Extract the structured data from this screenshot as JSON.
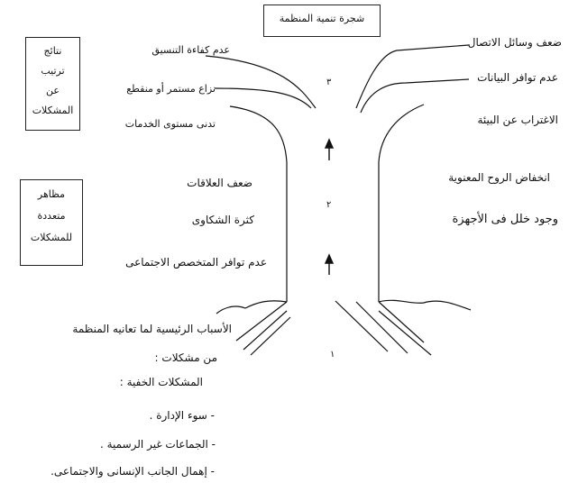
{
  "title": "شجرة تنمية المنظمة",
  "left_boxes": {
    "results": [
      "نتائج",
      "ترتيب",
      "عن",
      "المشكلات"
    ],
    "manifestations": [
      "مظاهر",
      "متعددة",
      "للمشكلات"
    ]
  },
  "branch_labels_left": [
    "عدم كفاءة التنسيق",
    "نزاع مستمر أو منقطع",
    "تدنى مستوى الخدمات"
  ],
  "branch_labels_right": [
    "ضعف وسائل الاتصال",
    "عدم توافر البيانات",
    "الاغتراب عن البيئة"
  ],
  "trunk_labels_left": [
    "ضعف العلاقات",
    "كثرة الشكاوى",
    "عدم توافر المتخصص الاجتماعى"
  ],
  "trunk_labels_right": [
    "انخفاض الروح المعنوية",
    "وجود خلل فى الأجهزة"
  ],
  "levels": [
    "٣",
    "٢",
    "١"
  ],
  "roots_text": {
    "line1": "الأسباب   الرئيسية لما تعانيه المنظمة",
    "line2": "من مشكلات :",
    "line3": "المشكلات الخفية :",
    "items": [
      "- سوء الإدارة .",
      "- الجماعات غير الرسمية .",
      "- إهمال الجانب الإنسانى والاجتماعى."
    ]
  }
}
